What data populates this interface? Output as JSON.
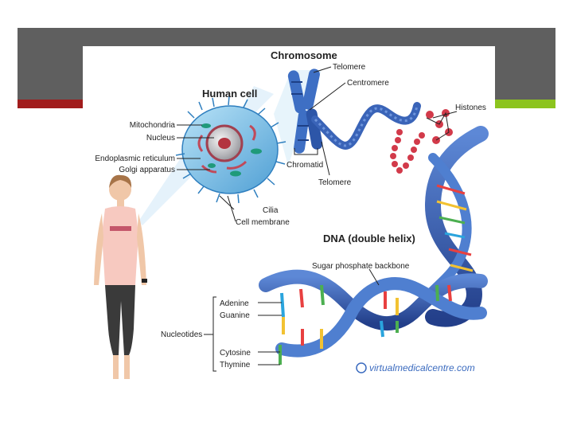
{
  "slide": {
    "colors": {
      "band": "#5f5f5f",
      "stripe_left": "#a11c1c",
      "stripe_right": "#8cc41e"
    }
  },
  "diagram": {
    "headings": {
      "chromosome": "Chromosome",
      "human_cell": "Human cell",
      "dna": "DNA (double helix)"
    },
    "chromosome_labels": {
      "telomere_top": "Telomere",
      "centromere": "Centromere",
      "histones": "Histones",
      "chromatid": "Chromatid",
      "telomere_bottom": "Telomere"
    },
    "cell_labels": {
      "mitochondria": "Mitochondria",
      "nucleus": "Nucleus",
      "endoplasmic_reticulum": "Endoplasmic reticulum",
      "golgi_apparatus": "Golgi apparatus",
      "cilia": "Cilia",
      "cell_membrane": "Cell membrane"
    },
    "dna_labels": {
      "sugar_phosphate_backbone": "Sugar phosphate backbone",
      "adenine": "Adenine",
      "guanine": "Guanine",
      "nucleotides": "Nucleotides",
      "cytosine": "Cytosine",
      "thymine": "Thymine"
    },
    "watermark": "virtualmedicalcentre.com",
    "colors": {
      "dna_blue": "#3a64b8",
      "cell_blue": "#7fc4ea",
      "nucleus_red": "#c04a5a",
      "histone_red": "#d23a4a"
    }
  }
}
